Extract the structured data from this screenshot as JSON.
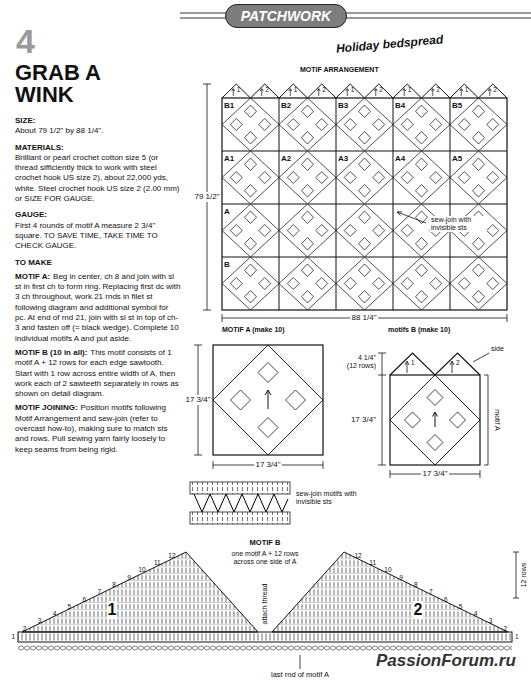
{
  "diagram": {
    "title": "GRAB A WINK",
    "nodes": [
      {
        "text": [
          "PATCHWORK"
        ]
      },
      {
        "text": [
          "B1"
        ]
      },
      {
        "text": [
          "B2"
        ]
      },
      {
        "text": [
          "B3"
        ]
      },
      {
        "text": [
          "B4"
        ]
      },
      {
        "text": [
          "B5"
        ]
      },
      {
        "text": [
          "A1"
        ]
      },
      {
        "text": [
          "A2"
        ]
      },
      {
        "text": [
          "A3"
        ]
      },
      {
        "text": [
          "A4"
        ]
      },
      {
        "text": [
          "A5"
        ]
      },
      {
        "text": [
          "A"
        ]
      },
      {
        "text": [
          "B"
        ]
      }
    ],
    "labels": [
      "4",
      "Holiday bedspread",
      "SIZE:",
      "About 79 1/2\" by 88 1/4\".",
      "MATERIALS:",
      "Brilliant or pearl crochet cotton size 5 (or thread sifficiently thick to work with steel crochet hook US size 2), about 22,000 yds, white. Steel crochet hook US size 2 (2.00 mm) or SIZE FOR GAUGE.",
      "GAUGE:",
      "First 4 rounds of motif A measure 2 3/4\" square. TO SAVE TIME, TAKE TIME TO CHECK GAUGE.",
      "TO MAKE",
      "MOTIF A:",
      "Beg in center, ch 8 and join with sl st in first ch to form ring. Replacing first dc with 3 ch throughout, work 21 rnds in filet st following diagram and additional symbol for pc. At end of rnd 21, join with sl st in top of ch-3 and fasten off (= black wedge). Complete 10 individual motifs A and put aside.",
      "MOTIF B (10 in all):",
      "This motif consists of 1 motif A + 12 rows for each edge sawtooth. Start with 1 row across entire width of A, then work each of 2 sawteeth separately in rows as shown on detail diagram.",
      "MOTIF JOINING:",
      "Position motifs following Motif Arrangement and sew-join (refer to overcast how-to), making sure to match sts and rows. Pull sewing yarn fairly loosely to keep seams from being rigid.",
      "MOTIF ARRANGEMENT",
      "1",
      "2",
      "1",
      "2",
      "1",
      "2",
      "1",
      "2",
      "1",
      "2",
      "79 1/2\"",
      "sew-join with invisible sts",
      "88 1/4\"",
      "MOTIF A (make 10)",
      "17 3/4\"",
      "17 3/4\"",
      "motifs B (make 10)",
      "4 1/4\" (12 rows)",
      "side",
      "1",
      "2",
      "17 3/4\"",
      "motif A",
      "17 3/4\"",
      "sew-join motifs with invisible sts",
      "MOTIF B",
      "one motif A + 12 rows across one side of A",
      "12",
      "11",
      "10",
      "9",
      "8",
      "7",
      "6",
      "5",
      "4",
      "3",
      "2",
      "1",
      "12",
      "11",
      "10",
      "9",
      "8",
      "7",
      "6",
      "5",
      "4",
      "3",
      "2",
      "1",
      "1",
      "2",
      "12 rows",
      "attach thread",
      "last rnd of motif A",
      "PassionForum.ru"
    ]
  }
}
